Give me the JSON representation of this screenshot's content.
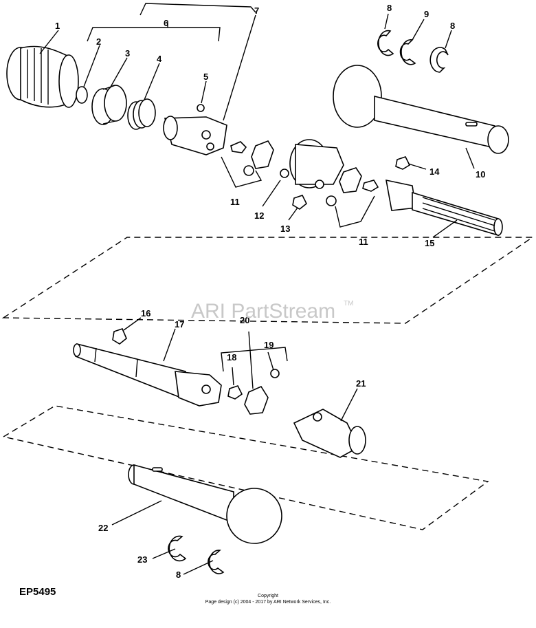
{
  "watermark": {
    "text": "ARI PartStream",
    "trademark": "TM"
  },
  "diagram_id": "EP5495",
  "footer": {
    "line1": "Copyright",
    "line2": "Page design (c) 2004 - 2017 by ARI Network Services, Inc."
  },
  "callouts": {
    "c1": "1",
    "c2": "2",
    "c3": "3",
    "c4": "4",
    "c5": "5",
    "c6": "6",
    "c7": "7",
    "c8a": "8",
    "c9": "9",
    "c8b": "8",
    "c10": "10",
    "c11a": "11",
    "c12": "12",
    "c13": "13",
    "c14": "14",
    "c11b": "11",
    "c15": "15",
    "c16": "16",
    "c17": "17",
    "c20": "20",
    "c18": "18",
    "c19": "19",
    "c21": "21",
    "c22": "22",
    "c23": "23",
    "c8c": "8"
  }
}
